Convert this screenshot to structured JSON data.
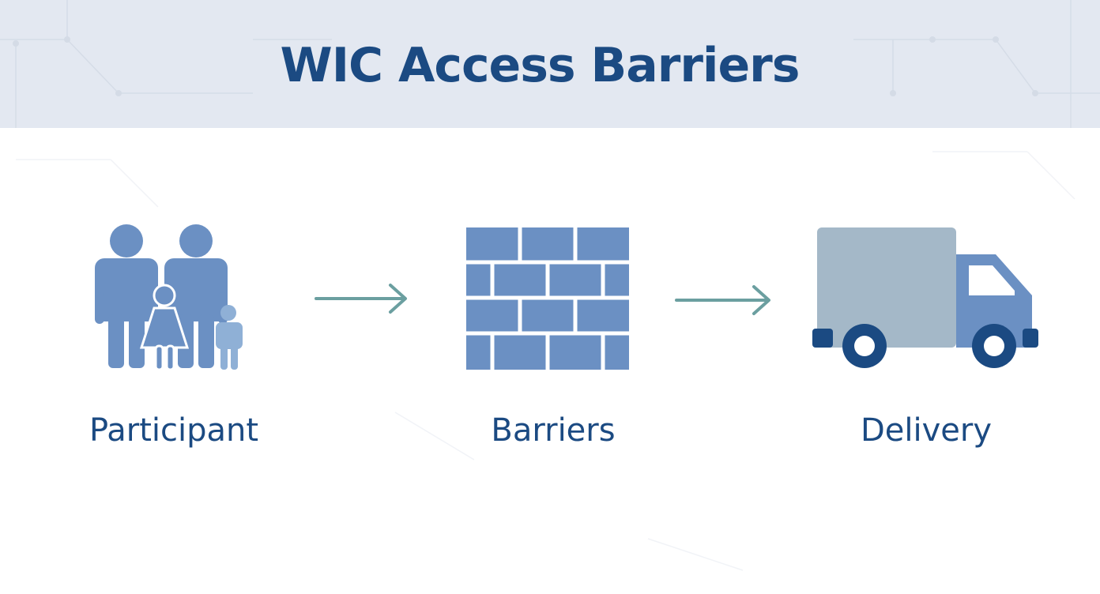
{
  "title": "WIC Access Barriers",
  "steps": [
    {
      "label": "Participant",
      "icon": "family-icon"
    },
    {
      "label": "Barriers",
      "icon": "brick-wall-icon"
    },
    {
      "label": "Delivery",
      "icon": "delivery-truck-icon"
    }
  ],
  "connectors": [
    "right-arrow-icon",
    "right-arrow-icon"
  ],
  "colors": {
    "header_bg": "#e3e8f1",
    "title": "#1b4a82",
    "icon_primary": "#6b90c3",
    "icon_light": "#8fb0d6",
    "truck_cargo": "#a4b8c8",
    "truck_dark": "#1b4a82",
    "arrow": "#6b9fa0"
  }
}
